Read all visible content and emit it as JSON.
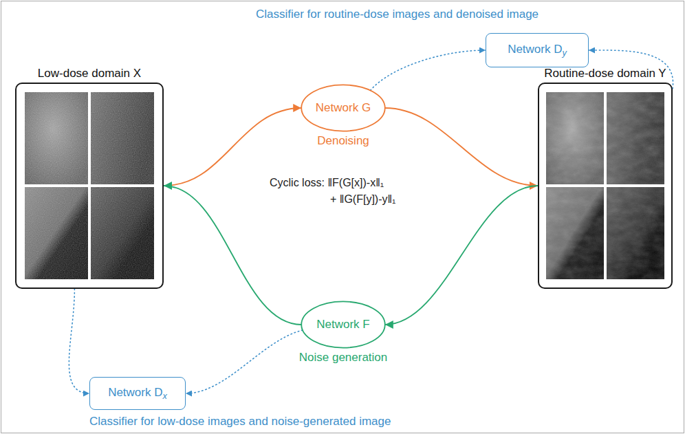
{
  "diagram": {
    "nodes": [
      {
        "text": [
          "Low-dose domain X"
        ]
      },
      {
        "text": [
          "Network G",
          "Denoising"
        ]
      },
      {
        "text": [
          "Network Dy"
        ]
      },
      {
        "text": [
          "Routine-dose domain Y"
        ]
      },
      {
        "text": [
          "Network F",
          "Noise generation"
        ]
      },
      {
        "text": [
          "Network Dx"
        ]
      }
    ],
    "edges": [
      {
        "from": 0,
        "to": 1,
        "arrow": "to"
      },
      {
        "from": 1,
        "to": 3,
        "arrow": "to"
      },
      {
        "from": 3,
        "to": 4,
        "arrow": "to"
      },
      {
        "from": 4,
        "to": 0,
        "arrow": "to"
      },
      {
        "from": 1,
        "to": 2,
        "arrow": "to"
      },
      {
        "from": 3,
        "to": 2,
        "arrow": "to"
      },
      {
        "from": 0,
        "to": 5,
        "arrow": "to"
      },
      {
        "from": 4,
        "to": 5,
        "arrow": "to"
      }
    ],
    "labels": [
      "Classifier for routine-dose images and denoised image",
      "Cyclic loss: ‖F(G[x])-x‖₁",
      "+ ‖G(F[y])-y‖₁",
      "Classifier for low-dose images and noise-generated image"
    ]
  }
}
